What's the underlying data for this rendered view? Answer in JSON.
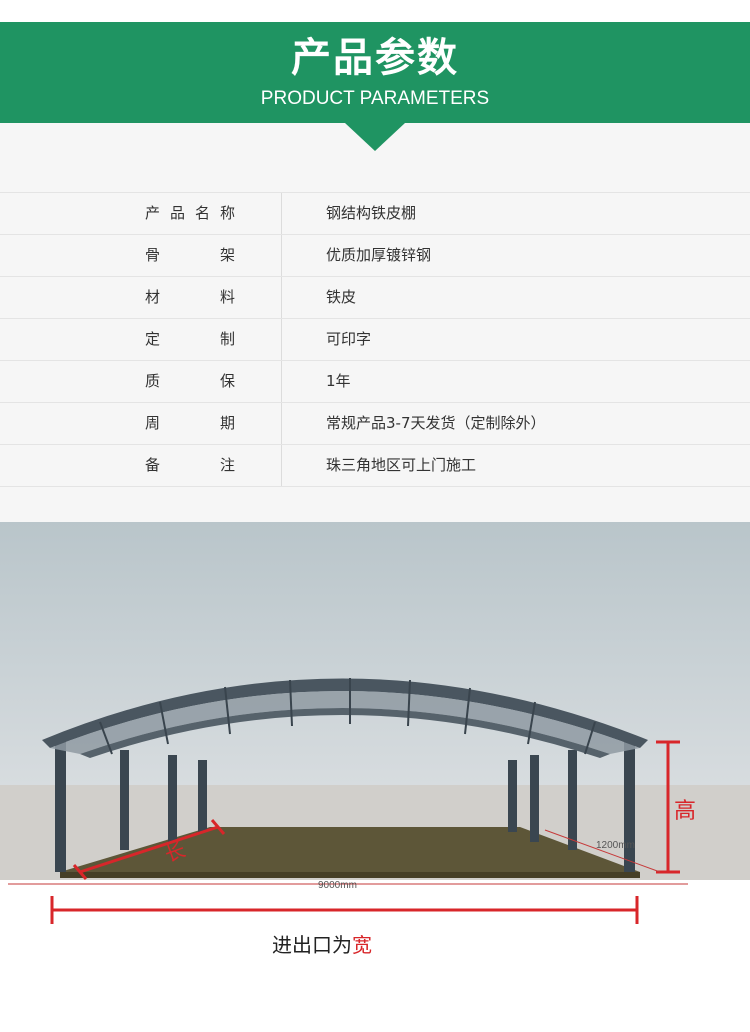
{
  "header": {
    "title": "产品参数",
    "subtitle": "PRODUCT PARAMETERS"
  },
  "params": [
    {
      "label": "产品名称",
      "value": "钢结构铁皮棚"
    },
    {
      "label": "骨架",
      "value": "优质加厚镀锌钢"
    },
    {
      "label": "材料",
      "value": "铁皮"
    },
    {
      "label": "定制",
      "value": "可印字"
    },
    {
      "label": "质保",
      "value": "1年"
    },
    {
      "label": "周期",
      "value": "常规产品3-7天发货（定制除外）"
    },
    {
      "label": "备注",
      "value": "珠三角地区可上门施工"
    }
  ],
  "diagram": {
    "length_label": "长",
    "height_label": "高",
    "depth_dimension": "1200mm",
    "width_dimension": "9000mm",
    "caption_prefix": "进出口为",
    "caption_highlight": "宽"
  },
  "colors": {
    "banner": "#1f9462",
    "annotation_red": "#d8262a",
    "frame": "#3a4650"
  }
}
